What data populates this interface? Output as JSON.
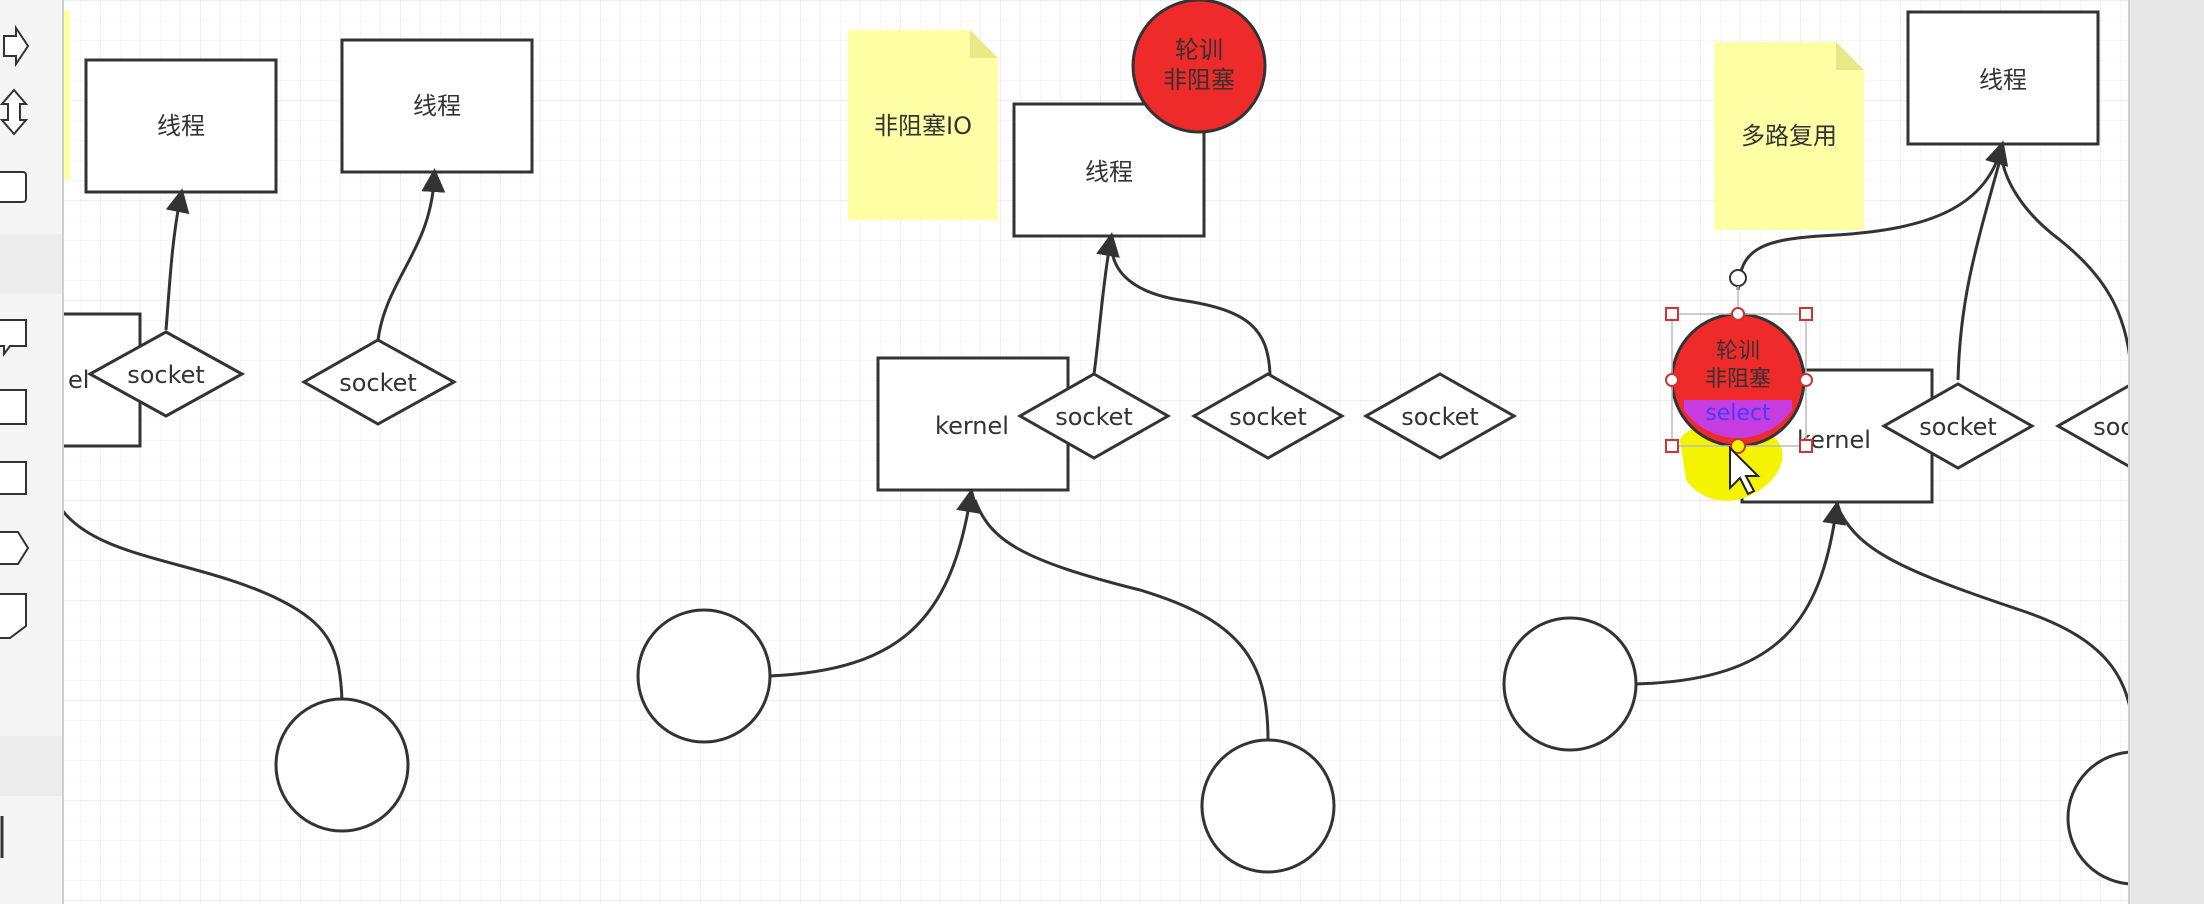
{
  "labels": {
    "thread": "线程",
    "socket": "socket",
    "kernel": "kernel",
    "kernel_partial": "el",
    "kernel_obscured": "kernel",
    "polling_line1": "轮训",
    "polling_line2": "非阻塞",
    "select": "select"
  },
  "notes": {
    "nonblocking_io": "非阻塞IO",
    "multiplexing": "多路复用"
  },
  "colors": {
    "grid": "#e6e6e6",
    "note_fill": "#ffffa6",
    "red_circle": "#ee2a2a",
    "magenta": "#c040ff",
    "highlight_yellow": "#f4f400",
    "stroke": "#333333",
    "selection_handle": "#cc3333"
  },
  "toolbar_icons": [
    "arrow-right-icon",
    "double-arrow-icon",
    "rectangle-icon",
    "callout-icon",
    "card-icon",
    "square-icon",
    "hexagon-icon",
    "shield-icon",
    "line-icon"
  ]
}
